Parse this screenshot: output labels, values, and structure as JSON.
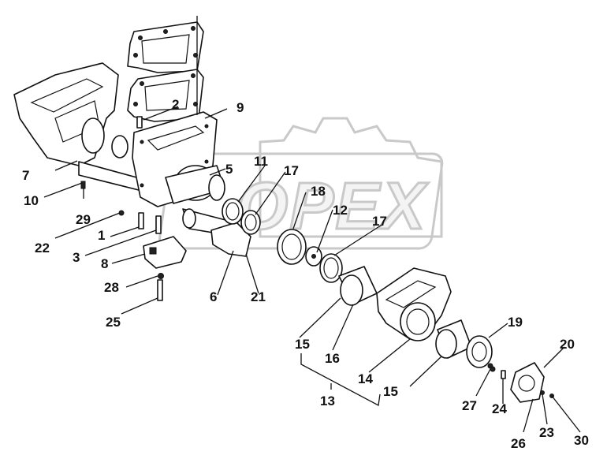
{
  "diagram": {
    "watermark": {
      "text": "OPEX",
      "icon": "gear-logo"
    },
    "callouts": [
      {
        "id": "c1",
        "label": "1"
      },
      {
        "id": "c2",
        "label": "2"
      },
      {
        "id": "c3",
        "label": "3"
      },
      {
        "id": "c5",
        "label": "5"
      },
      {
        "id": "c6",
        "label": "6"
      },
      {
        "id": "c7",
        "label": "7"
      },
      {
        "id": "c8",
        "label": "8"
      },
      {
        "id": "c9",
        "label": "9"
      },
      {
        "id": "c10",
        "label": "10"
      },
      {
        "id": "c11",
        "label": "11"
      },
      {
        "id": "c12",
        "label": "12"
      },
      {
        "id": "c13",
        "label": "13"
      },
      {
        "id": "c14",
        "label": "14"
      },
      {
        "id": "c15a",
        "label": "15"
      },
      {
        "id": "c15b",
        "label": "15"
      },
      {
        "id": "c16",
        "label": "16"
      },
      {
        "id": "c17a",
        "label": "17"
      },
      {
        "id": "c17b",
        "label": "17"
      },
      {
        "id": "c18",
        "label": "18"
      },
      {
        "id": "c19",
        "label": "19"
      },
      {
        "id": "c20",
        "label": "20"
      },
      {
        "id": "c21",
        "label": "21"
      },
      {
        "id": "c22",
        "label": "22"
      },
      {
        "id": "c23",
        "label": "23"
      },
      {
        "id": "c24",
        "label": "24"
      },
      {
        "id": "c25",
        "label": "25"
      },
      {
        "id": "c26",
        "label": "26"
      },
      {
        "id": "c27",
        "label": "27"
      },
      {
        "id": "c28",
        "label": "28"
      },
      {
        "id": "c29",
        "label": "29"
      },
      {
        "id": "c30",
        "label": "30"
      }
    ]
  }
}
